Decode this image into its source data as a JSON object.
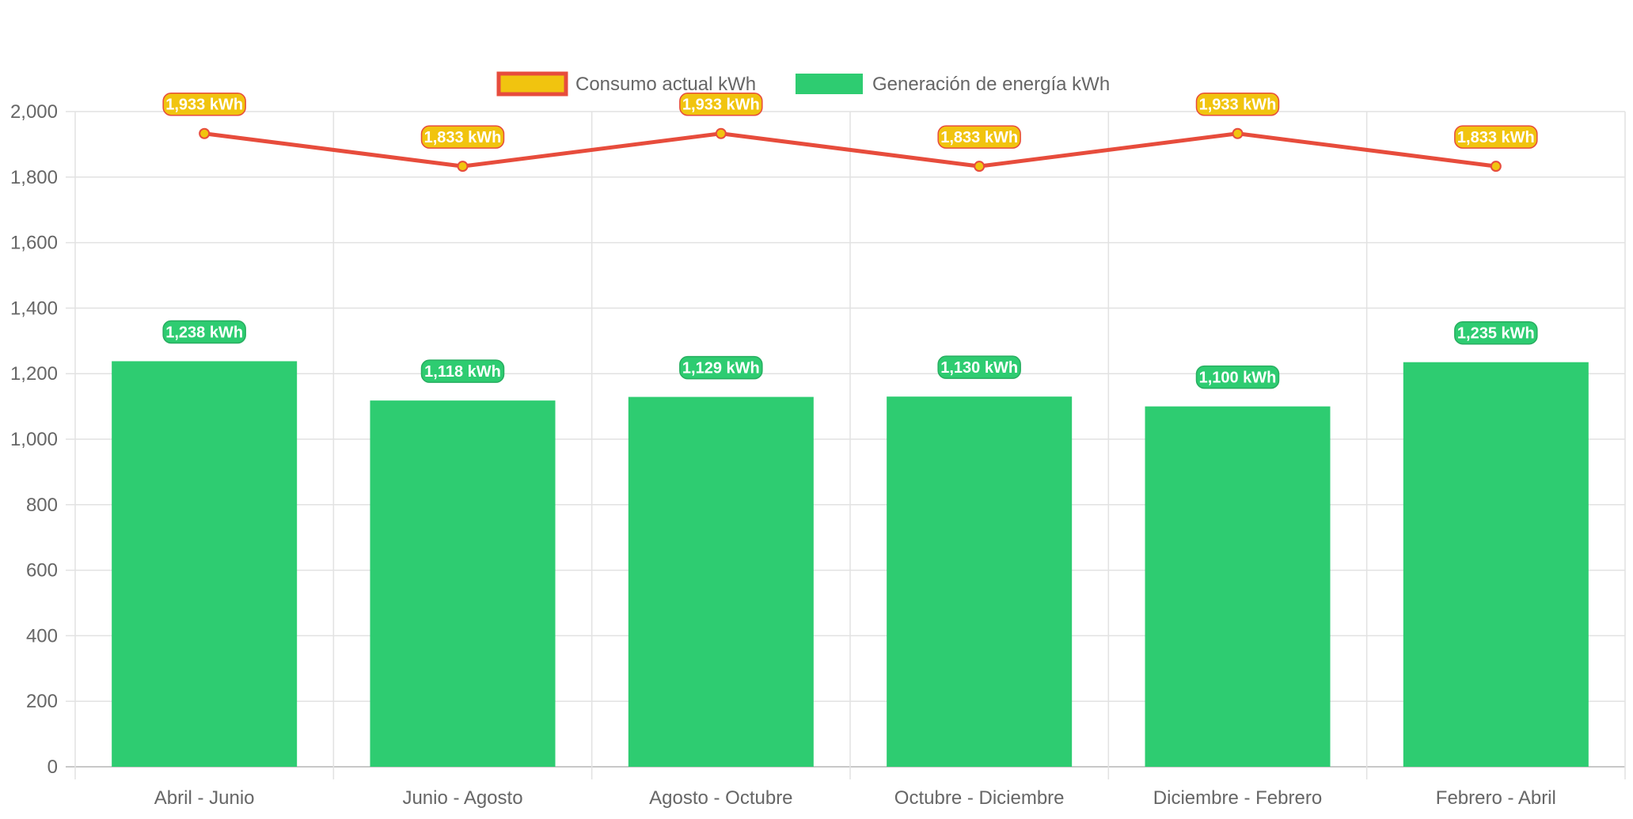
{
  "chart_data": {
    "type": "bar",
    "title": "",
    "xlabel": "",
    "ylabel": "",
    "ylim": [
      0,
      2000
    ],
    "yticks": [
      0,
      200,
      400,
      600,
      800,
      1000,
      1200,
      1400,
      1600,
      1800,
      2000
    ],
    "ytick_labels": [
      "0",
      "200",
      "400",
      "600",
      "800",
      "1,000",
      "1,200",
      "1,400",
      "1,600",
      "1,800",
      "2,000"
    ],
    "grid": true,
    "legend_position": "top",
    "categories": [
      "Abril - Junio",
      "Junio - Agosto",
      "Agosto - Octubre",
      "Octubre - Diciembre",
      "Diciembre - Febrero",
      "Febrero - Abril"
    ],
    "series": [
      {
        "name": "Consumo actual kWh",
        "type": "line",
        "color": "#e74c3c",
        "fill": "#f1c40f",
        "values": [
          1933,
          1833,
          1933,
          1833,
          1933,
          1833
        ],
        "labels": [
          "1,933 kWh",
          "1,833 kWh",
          "1,933 kWh",
          "1,833 kWh",
          "1,933 kWh",
          "1,833 kWh"
        ]
      },
      {
        "name": "Generación de energía kWh",
        "type": "bar",
        "color": "#2ecc71",
        "label_border": "#27ae60",
        "values": [
          1238,
          1118,
          1129,
          1130,
          1100,
          1235
        ],
        "labels": [
          "1,238 kWh",
          "1,118 kWh",
          "1,129 kWh",
          "1,130 kWh",
          "1,100 kWh",
          "1,235 kWh"
        ]
      }
    ]
  }
}
